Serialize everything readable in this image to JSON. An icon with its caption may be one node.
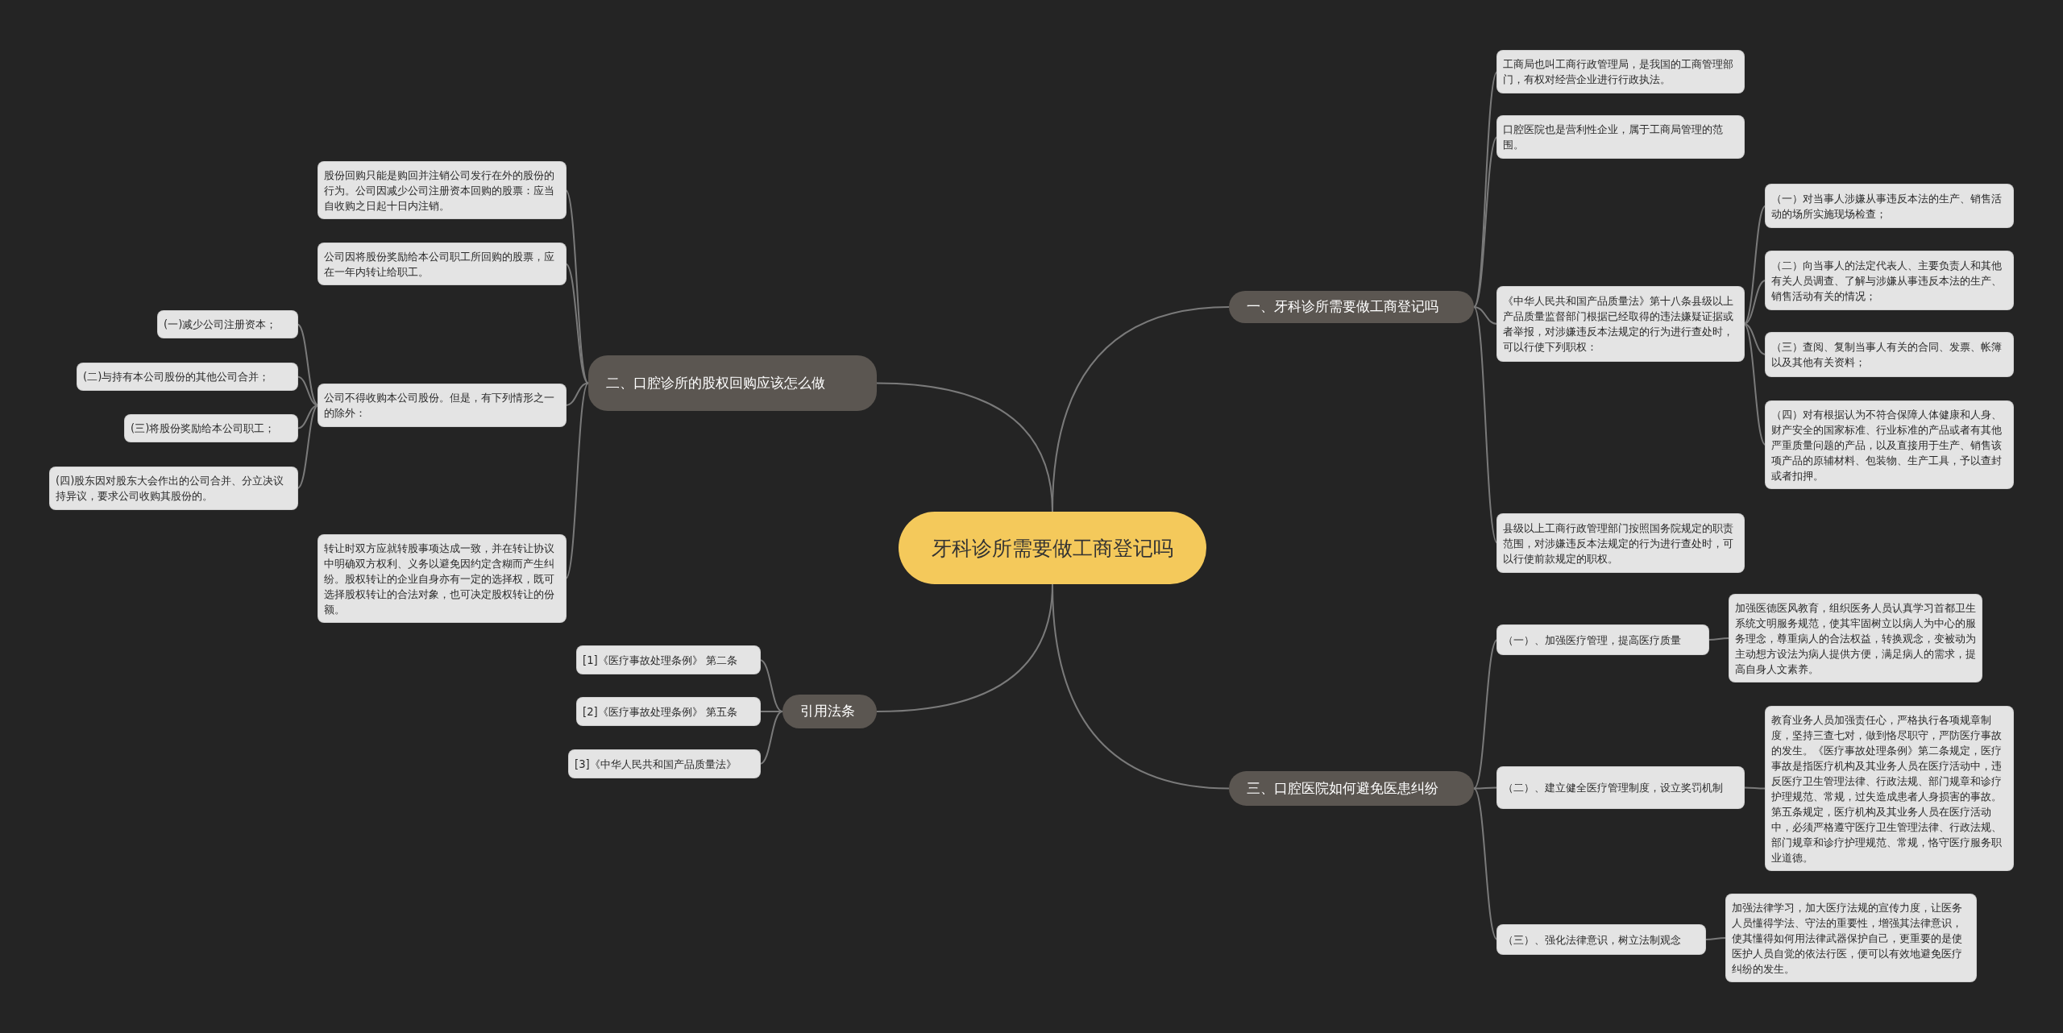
{
  "diagram": {
    "nodes": [
      {
        "text": [
          "牙科诊所需要做工商登记吗"
        ]
      },
      {
        "text": [
          "一、牙科诊所需要做工商登记吗"
        ]
      },
      {
        "text": [
          "工商局也叫工商行政管理局，是我国的工商管理部门，有权对经营企业进行行政执法。"
        ]
      },
      {
        "text": [
          "口腔医院也是营利性企业，属于工商局管理的范围。"
        ]
      },
      {
        "text": [
          "《中华人民共和国产品质量法》第十八条县级以上产品质量监督部门根据已经取得的违法嫌疑证据或者举报，对涉嫌违反本法规定的行为进行查处时，可以行使下列职权："
        ]
      },
      {
        "text": [
          "（一）对当事人涉嫌从事违反本法的生产、销售活动的场所实施现场检查；"
        ]
      },
      {
        "text": [
          "（二）向当事人的法定代表人、主要负责人和其他有关人员调查、了解与涉嫌从事违反本法的生产、销售活动有关的情况；"
        ]
      },
      {
        "text": [
          "（三）查阅、复制当事人有关的合同、发票、帐簿以及其他有关资料；"
        ]
      },
      {
        "text": [
          "（四）对有根据认为不符合保障人体健康和人身、财产安全的国家标准、行业标准的产品或者有其他严重质量问题的产品，以及直接用于生产、销售该项产品的原辅材料、包装物、生产工具，予以查封或者扣押。"
        ]
      },
      {
        "text": [
          "县级以上工商行政管理部门按照国务院规定的职责范围，对涉嫌违反本法规定的行为进行查处时，可以行使前款规定的职权。"
        ]
      },
      {
        "text": [
          "三、口腔医院如何避免医患纠纷"
        ]
      },
      {
        "text": [
          "（一）、加强医疗管理，提高医疗质量"
        ]
      },
      {
        "text": [
          "加强医德医风教育，组织医务人员认真学习首都卫生系统文明服务规范，使其牢固树立以病人为中心的服务理念，尊重病人的合法权益，转换观念，变被动为主动想方设法为病人提供方便，满足病人的需求，提高自身人文素养。"
        ]
      },
      {
        "text": [
          "（二）、建立健全医疗管理制度，设立奖罚机制"
        ]
      },
      {
        "text": [
          "教育业务人员加强责任心，严格执行各项规章制度，坚持三查七对，做到恪尽职守，严防医疗事故的发生。《医疗事故处理条例》第二条规定，医疗事故是指医疗机构及其业务人员在医疗活动中，违反医疗卫生管理法律、行政法规、部门规章和诊疗护理规范、常规，过失造成患者人身损害的事故。第五条规定，医疗机构及其业务人员在医疗活动中，必须严格遵守医疗卫生管理法律、行政法规、部门规章和诊疗护理规范、常规，恪守医疗服务职业道德。"
        ]
      },
      {
        "text": [
          "（三）、强化法律意识，树立法制观念"
        ]
      },
      {
        "text": [
          "加强法律学习，加大医疗法规的宣传力度，让医务人员懂得学法、守法的重要性，增强其法律意识，使其懂得如何用法律武器保护自己，更重要的是使医护人员自觉的依法行医，便可以有效地避免医疗纠纷的发生。"
        ]
      },
      {
        "text": [
          "二、口腔诊所的股权回购应该怎么做"
        ]
      },
      {
        "text": [
          "股份回购只能是购回并注销公司发行在外的股份的行为。公司因减少公司注册资本回购的股票：应当自收购之日起十日内注销。"
        ]
      },
      {
        "text": [
          "公司因将股份奖励给本公司职工所回购的股票，应在一年内转让给职工。"
        ]
      },
      {
        "text": [
          "公司不得收购本公司股份。但是，有下列情形之一的除外："
        ]
      },
      {
        "text": [
          "(一)减少公司注册资本；"
        ]
      },
      {
        "text": [
          "(二)与持有本公司股份的其他公司合并；"
        ]
      },
      {
        "text": [
          "(三)将股份奖励给本公司职工；"
        ]
      },
      {
        "text": [
          "(四)股东因对股东大会作出的公司合并、分立决议持异议，要求公司收购其股份的。"
        ]
      },
      {
        "text": [
          "转让时双方应就转股事项达成一致，并在转让协议中明确双方权利、义务以避免因约定含糊而产生纠纷。股权转让的企业自身亦有一定的选择权，既可选择股权转让的合法对象，也可决定股权转让的份额。"
        ]
      },
      {
        "text": [
          "引用法条"
        ]
      },
      {
        "text": [
          "[1]《医疗事故处理条例》 第二条"
        ]
      },
      {
        "text": [
          "[2]《医疗事故处理条例》 第五条"
        ]
      },
      {
        "text": [
          "[3]《中华人民共和国产品质量法》"
        ]
      }
    ],
    "edges": [
      {
        "from": 0,
        "to": 1,
        "arrow": "none"
      },
      {
        "from": 1,
        "to": 2,
        "arrow": "none"
      },
      {
        "from": 1,
        "to": 3,
        "arrow": "none"
      },
      {
        "from": 1,
        "to": 4,
        "arrow": "none"
      },
      {
        "from": 4,
        "to": 5,
        "arrow": "none"
      },
      {
        "from": 4,
        "to": 6,
        "arrow": "none"
      },
      {
        "from": 4,
        "to": 7,
        "arrow": "none"
      },
      {
        "from": 4,
        "to": 8,
        "arrow": "none"
      },
      {
        "from": 1,
        "to": 9,
        "arrow": "none"
      },
      {
        "from": 0,
        "to": 10,
        "arrow": "none"
      },
      {
        "from": 10,
        "to": 11,
        "arrow": "none"
      },
      {
        "from": 11,
        "to": 12,
        "arrow": "none"
      },
      {
        "from": 10,
        "to": 13,
        "arrow": "none"
      },
      {
        "from": 13,
        "to": 14,
        "arrow": "none"
      },
      {
        "from": 10,
        "to": 15,
        "arrow": "none"
      },
      {
        "from": 15,
        "to": 16,
        "arrow": "none"
      },
      {
        "from": 0,
        "to": 17,
        "arrow": "none"
      },
      {
        "from": 17,
        "to": 18,
        "arrow": "none"
      },
      {
        "from": 17,
        "to": 19,
        "arrow": "none"
      },
      {
        "from": 17,
        "to": 20,
        "arrow": "none"
      },
      {
        "from": 20,
        "to": 21,
        "arrow": "none"
      },
      {
        "from": 20,
        "to": 22,
        "arrow": "none"
      },
      {
        "from": 20,
        "to": 23,
        "arrow": "none"
      },
      {
        "from": 20,
        "to": 24,
        "arrow": "none"
      },
      {
        "from": 17,
        "to": 25,
        "arrow": "none"
      },
      {
        "from": 0,
        "to": 26,
        "arrow": "none"
      },
      {
        "from": 26,
        "to": 27,
        "arrow": "none"
      },
      {
        "from": 26,
        "to": 28,
        "arrow": "none"
      },
      {
        "from": 26,
        "to": 29,
        "arrow": "none"
      }
    ]
  }
}
